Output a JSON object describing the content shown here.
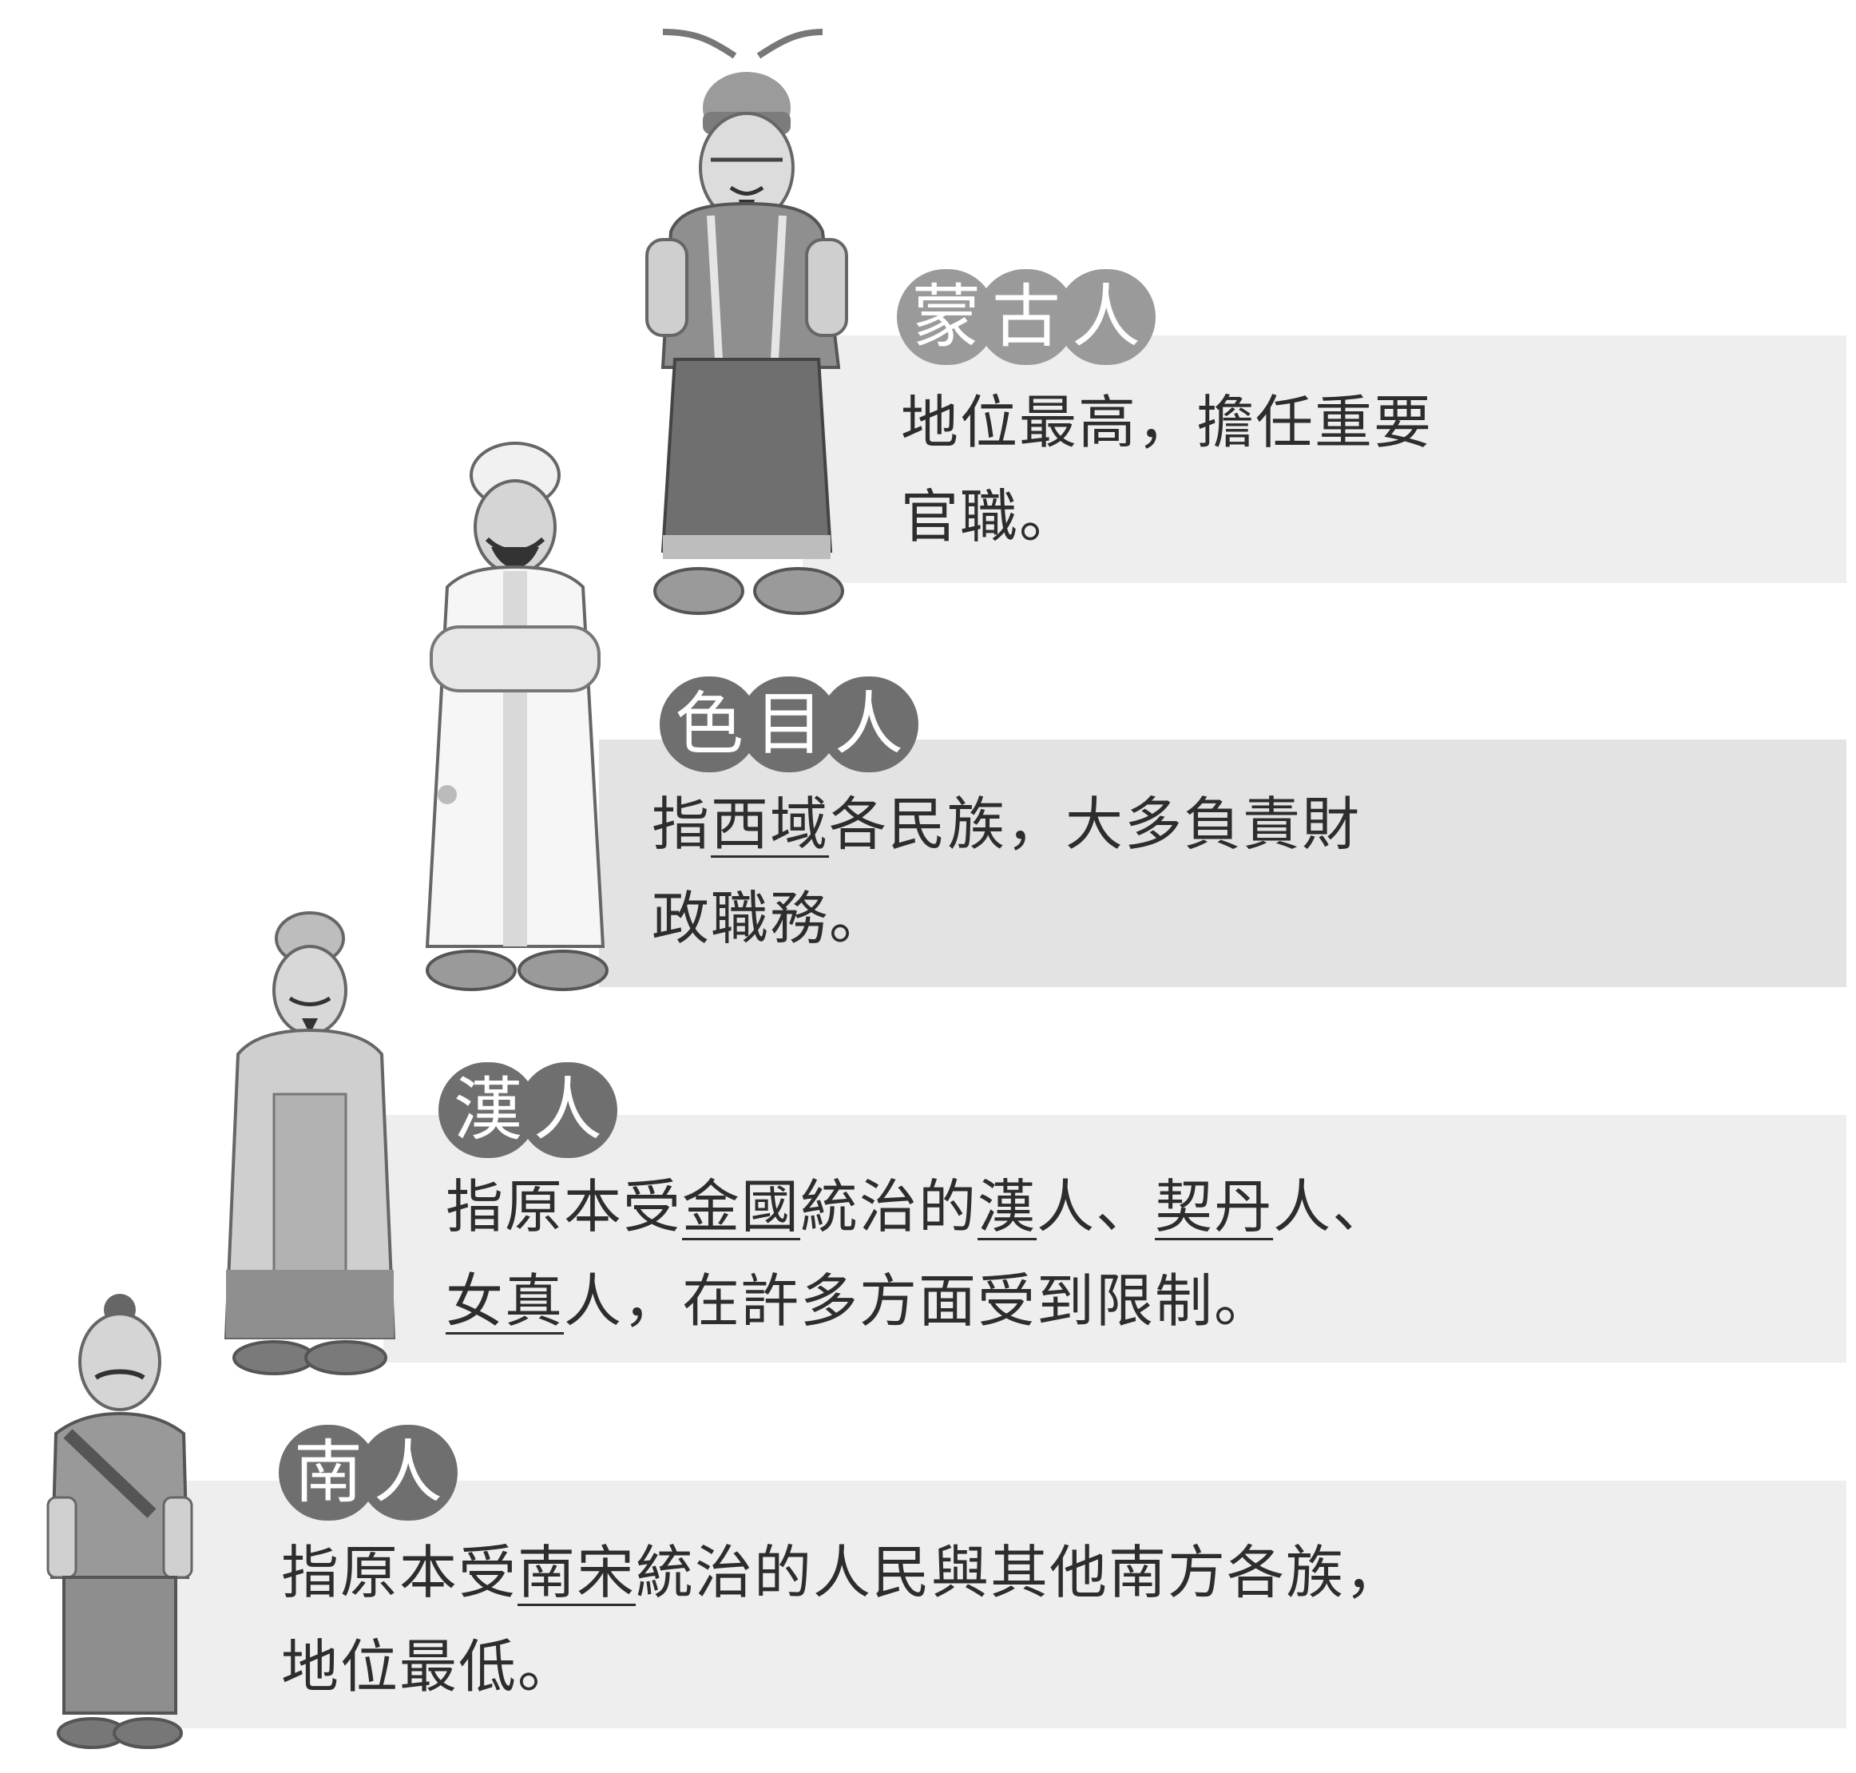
{
  "tiers": [
    {
      "badge": [
        "蒙",
        "古",
        "人"
      ],
      "line1": [
        {
          "t": "地位最高，擔任重要",
          "u": false
        }
      ],
      "line2": [
        {
          "t": "官職。",
          "u": false
        }
      ]
    },
    {
      "badge": [
        "色",
        "目",
        "人"
      ],
      "line1": [
        {
          "t": "指",
          "u": false
        },
        {
          "t": "西域",
          "u": true
        },
        {
          "t": "各民族，大多負責財",
          "u": false
        }
      ],
      "line2": [
        {
          "t": "政職務。",
          "u": false
        }
      ]
    },
    {
      "badge": [
        "漢",
        "人"
      ],
      "line1": [
        {
          "t": "指原本受",
          "u": false
        },
        {
          "t": "金國",
          "u": true
        },
        {
          "t": "統治的",
          "u": false
        },
        {
          "t": "漢",
          "u": true
        },
        {
          "t": "人、",
          "u": false
        },
        {
          "t": "契丹",
          "u": true
        },
        {
          "t": "人、",
          "u": false
        }
      ],
      "line2": [
        {
          "t": "女真",
          "u": true
        },
        {
          "t": "人，在許多方面受到限制。",
          "u": false
        }
      ]
    },
    {
      "badge": [
        "南",
        "人"
      ],
      "line1": [
        {
          "t": "指原本受",
          "u": false
        },
        {
          "t": "南宋",
          "u": true
        },
        {
          "t": "統治的人民與其他南方各族，",
          "u": false
        }
      ],
      "line2": [
        {
          "t": "地位最低。",
          "u": false
        }
      ]
    }
  ]
}
